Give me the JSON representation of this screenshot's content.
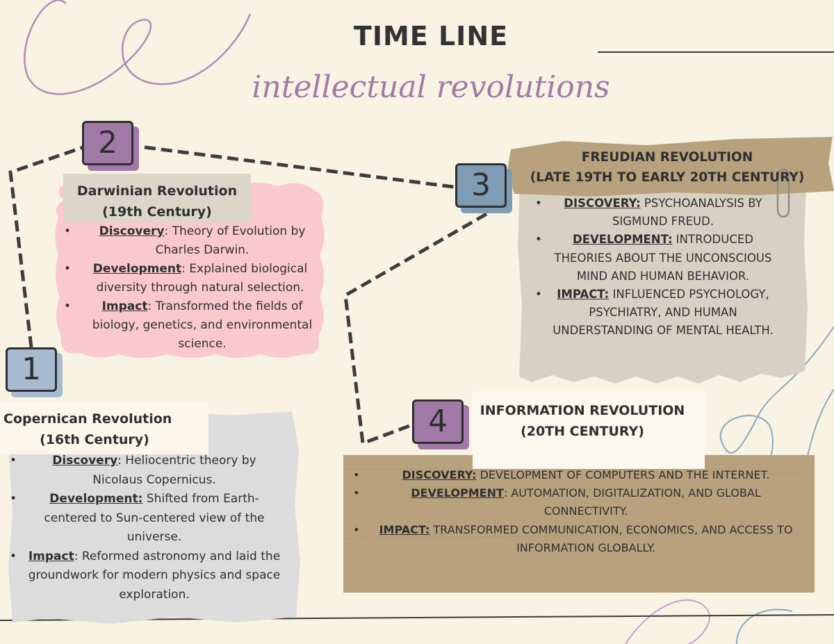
{
  "header": {
    "title": "TIME LINE",
    "subtitle": "intellectual revolutions"
  },
  "bullet": "•",
  "colors": {
    "background": "#f8f3e3",
    "purple": "#a27aa8",
    "blue_gray": "#7e9db5",
    "pink": "#f9c9cd",
    "gray": "#dcdcdc",
    "paper": "#d8cfbd",
    "kraft": "#b8a27e",
    "dark": "#2f2f2f"
  },
  "icons": [
    "dashed-connector",
    "paperclip-icon",
    "decorative-squiggle"
  ],
  "events": [
    {
      "number": "1",
      "title": "Copernican Revolution",
      "period": "(16th Century)",
      "points": [
        {
          "key": "Discovery",
          "sep": ":",
          "text": " Heliocentric theory by Nicolaus Copernicus."
        },
        {
          "key": "Development:",
          "sep": "",
          "text": " Shifted from Earth-centered to Sun-centered view of the universe."
        },
        {
          "key": "Impact",
          "sep": ":",
          "text": " Reformed astronomy and laid the groundwork for modern physics and space exploration."
        }
      ]
    },
    {
      "number": "2",
      "title": "Darwinian Revolution",
      "period": "(19th Century)",
      "points": [
        {
          "key": "Discovery",
          "sep": ":",
          "text": " Theory of Evolution by Charles Darwin."
        },
        {
          "key": "Development",
          "sep": ":",
          "text": " Explained biological diversity through natural selection."
        },
        {
          "key": "Impact",
          "sep": ":",
          "text": " Transformed the fields of biology, genetics, and environmental science."
        }
      ]
    },
    {
      "number": "3",
      "title": "FREUDIAN REVOLUTION",
      "period": "(LATE 19TH TO EARLY 20TH CENTURY)",
      "points": [
        {
          "key": "DISCOVERY:",
          "sep": "",
          "text": " PSYCHOANALYSIS BY SIGMUND FREUD."
        },
        {
          "key": "DEVELOPMENT:",
          "sep": "",
          "text": " INTRODUCED THEORIES ABOUT THE UNCONSCIOUS MIND AND HUMAN BEHAVIOR."
        },
        {
          "key": "IMPACT:",
          "sep": "",
          "text": " INFLUENCED PSYCHOLOGY, PSYCHIATRY, AND HUMAN UNDERSTANDING OF MENTAL HEALTH."
        }
      ]
    },
    {
      "number": "4",
      "title": "INFORMATION REVOLUTION",
      "period": "(20TH CENTURY)",
      "points": [
        {
          "key": "DISCOVERY:",
          "sep": "",
          "text": " DEVELOPMENT OF COMPUTERS AND THE INTERNET."
        },
        {
          "key": "DEVELOPMENT",
          "sep": ":",
          "text": " AUTOMATION, DIGITALIZATION, AND GLOBAL CONNECTIVITY."
        },
        {
          "key": "IMPACT:",
          "sep": "",
          "text": " TRANSFORMED COMMUNICATION, ECONOMICS, AND ACCESS TO INFORMATION GLOBALLY."
        }
      ]
    }
  ]
}
